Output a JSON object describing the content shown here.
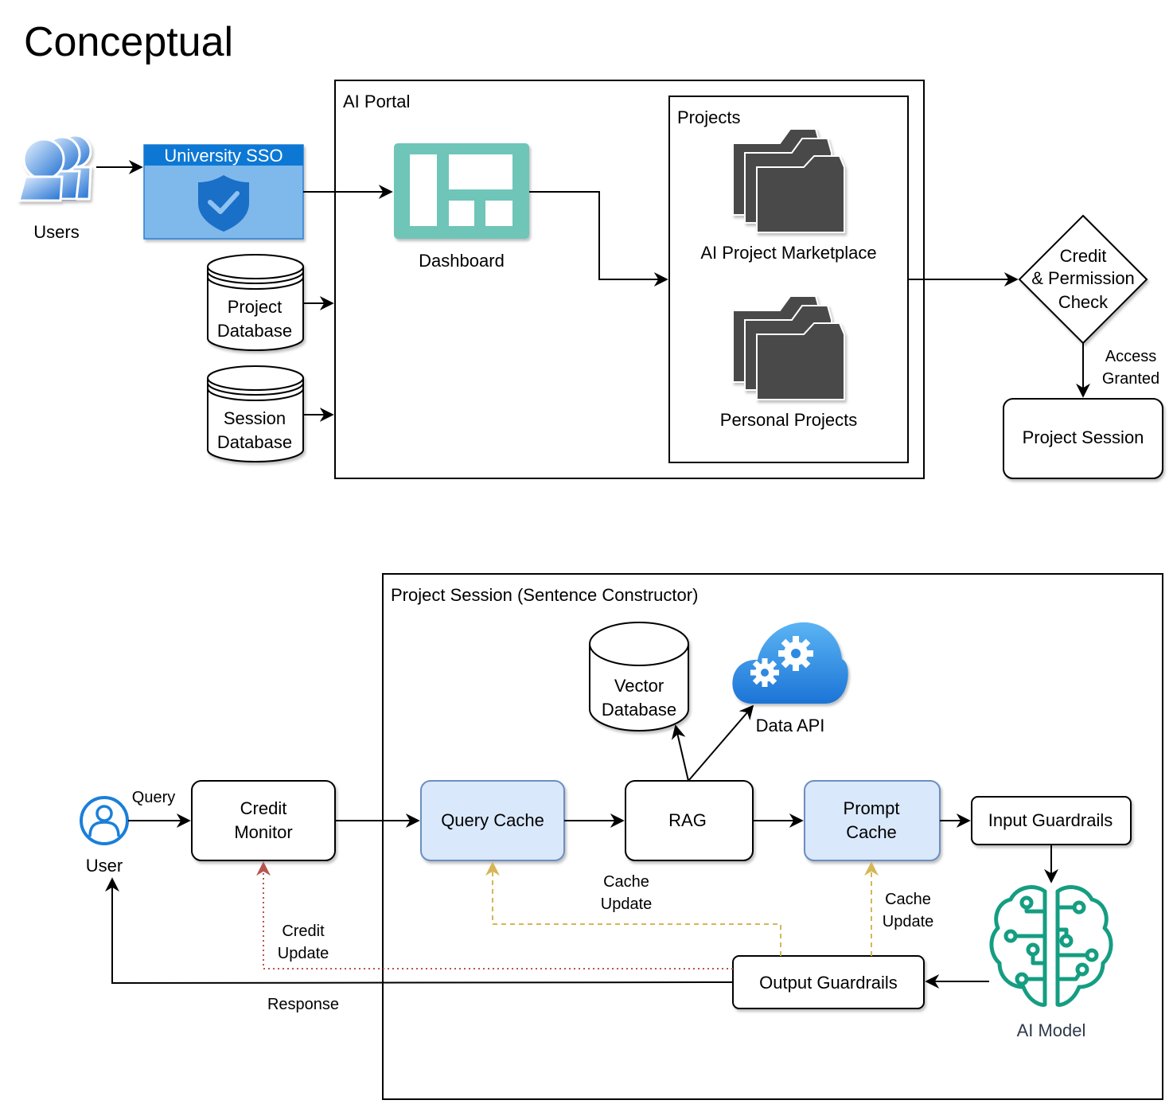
{
  "title": "Conceptual",
  "top": {
    "users_label": "Users",
    "sso_label": "University SSO",
    "portal_label": "AI Portal",
    "dashboard_label": "Dashboard",
    "projects_label": "Projects",
    "marketplace_label": "AI Project Marketplace",
    "personal_label": "Personal Projects",
    "project_db_line1": "Project",
    "project_db_line2": "Database",
    "session_db_line1": "Session",
    "session_db_line2": "Database",
    "check_line1": "Credit",
    "check_line2": "& Permission",
    "check_line3": "Check",
    "access_line1": "Access",
    "access_line2": "Granted",
    "project_session_label": "Project Session"
  },
  "bottom": {
    "container_label": "Project Session (Sentence Constructor)",
    "user_label": "User",
    "query_label": "Query",
    "credit_monitor_line1": "Credit",
    "credit_monitor_line2": "Monitor",
    "query_cache_label": "Query Cache",
    "rag_label": "RAG",
    "prompt_cache_line1": "Prompt",
    "prompt_cache_line2": "Cache",
    "input_guardrails_label": "Input Guardrails",
    "vector_db_line1": "Vector",
    "vector_db_line2": "Database",
    "data_api_label": "Data API",
    "ai_model_label": "AI Model",
    "output_guardrails_label": "Output Guardrails",
    "cache_update_line1": "Cache",
    "cache_update_line2": "Update",
    "credit_update_line1": "Credit",
    "credit_update_line2": "Update",
    "response_label": "Response"
  },
  "colors": {
    "sso_fill": "#7fb8ea",
    "sso_header": "#0f78d4",
    "dashboard": "#6ec5b8",
    "folder": "#4a4a4a",
    "cache_fill": "#dae8fc",
    "cache_stroke": "#6c8ebf",
    "ai_model": "#159d82",
    "user_icon": "#1a7fd9",
    "cache_update_line": "#d6b656",
    "credit_update_line": "#b85450"
  },
  "icons": {
    "users": "users-icon",
    "sso": "shield-check-icon",
    "dashboard": "dashboard-icon",
    "folders": "folders-icon",
    "data_api": "cloud-gears-icon",
    "ai_model": "brain-circuit-icon",
    "user": "user-icon"
  }
}
